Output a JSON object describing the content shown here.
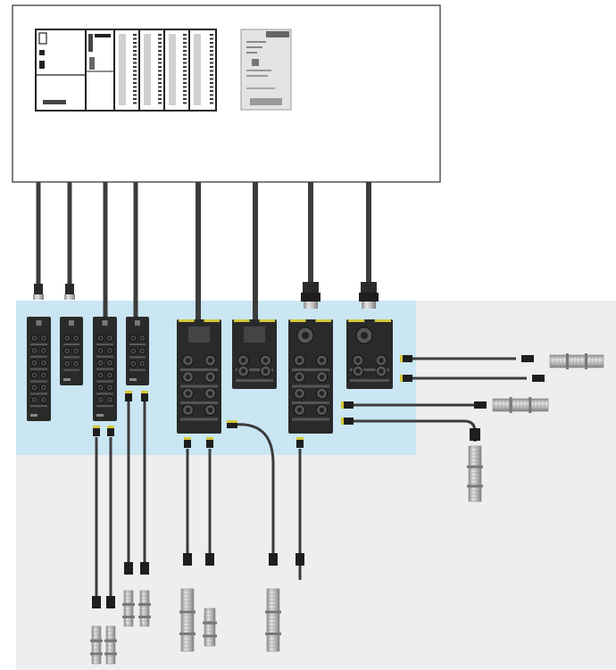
{
  "colors": {
    "cabinet_border": "#555555",
    "field_area": "#eeeeee",
    "io_zone": "#c9e6f2",
    "cable": "#3c3c3c",
    "module_body": "#2a2a2a",
    "connector_nut": "#d4c93a",
    "sensor_metal": "#bdbdbd",
    "power_supply": "#d9d9d9"
  },
  "components": {
    "plc_rack": "plc-rack",
    "power_supply": "power-supply",
    "io_modules": 8,
    "m12_sensors": 10
  }
}
